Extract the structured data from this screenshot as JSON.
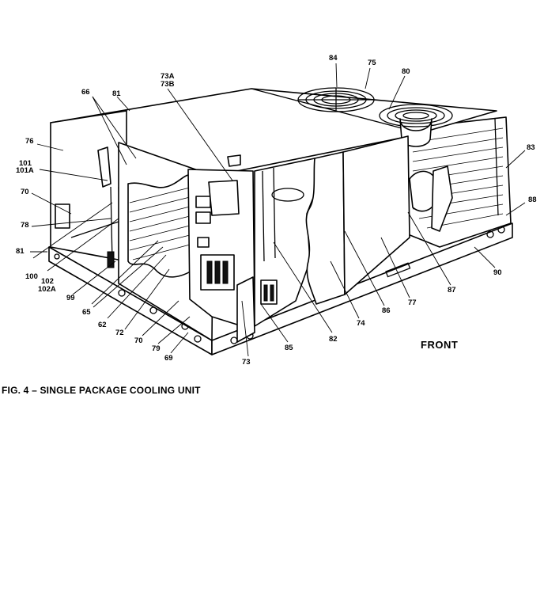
{
  "figure": {
    "caption": "FIG. 4 – SINGLE PACKAGE COOLING UNIT",
    "front_label": "FRONT",
    "callouts": {
      "c84": "84",
      "c75": "75",
      "c80": "80",
      "c66": "66",
      "c81": "81",
      "c73a": "73A",
      "c73b": "73B",
      "c76": "76",
      "c101": "101",
      "c101a": "101A",
      "c83": "83",
      "c70a": "70",
      "c88": "88",
      "c78": "78",
      "c81b": "81",
      "c100": "100",
      "c102": "102",
      "c102a": "102A",
      "c99": "99",
      "c65": "65",
      "c62": "62",
      "c72": "72",
      "c70b": "70",
      "c79": "79",
      "c69": "69",
      "c73": "73",
      "c85": "85",
      "c82": "82",
      "c74": "74",
      "c86": "86",
      "c77": "77",
      "c87": "87",
      "c90": "90"
    }
  }
}
